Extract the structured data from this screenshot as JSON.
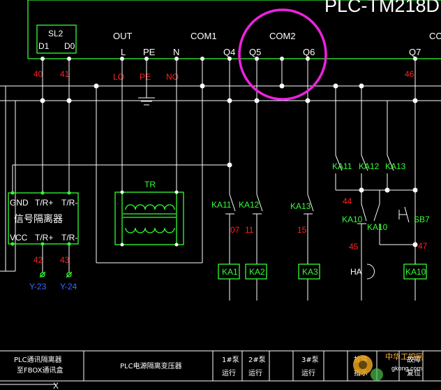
{
  "plc_title": "PLC-TM218D",
  "sl2_module": {
    "label": "SL2",
    "pins": [
      "D1",
      "D0"
    ],
    "wires": [
      "40",
      "41"
    ]
  },
  "plc_terminals": {
    "out": "OUT",
    "l": "L",
    "pe": "PE",
    "n": "N",
    "com1": "COM1",
    "com2": "COM2",
    "q4": "Q4",
    "q5": "Q5",
    "q6": "Q6",
    "q7": "Q7"
  },
  "power_wires": {
    "lo": "LO",
    "pe": "PE",
    "no": "NO"
  },
  "wire_46": "46",
  "isolator": {
    "top_pins": [
      "GND",
      "T/R+",
      "T/R-"
    ],
    "name": "信号隔离器",
    "bottom_pins": [
      "VCC",
      "T/R+",
      "T/R-"
    ],
    "wires": [
      "42",
      "43"
    ],
    "terminals": [
      "Y-23",
      "Y-24"
    ]
  },
  "transformer": {
    "label": "TR"
  },
  "contacts": {
    "ka11": "KA11",
    "ka12": "KA12",
    "ka13": "KA13",
    "ka10": "KA10",
    "sb7": "SB7",
    "ha": "HA"
  },
  "wire_numbers": {
    "w07": "07",
    "w11": "11",
    "w15": "15",
    "w44": "44",
    "w45": "45",
    "w47": "47"
  },
  "coils": [
    "KA1",
    "KA2",
    "KA3",
    "KA10"
  ],
  "title_block": [
    "PLC通讯隔离器",
    "至FBOX通讯盒",
    "PLC电源隔离变压器",
    "1#泵",
    "运行",
    "2#泵",
    "运行",
    "3#泵",
    "运行",
    "故障",
    "指示",
    "故障",
    "复位"
  ],
  "footer_x": "X",
  "watermark": {
    "site": "中华工控网",
    "url": "gkong.com"
  },
  "colors": {
    "background": "#000000",
    "line": "#ffffff",
    "plc_bus": "#33ff33",
    "wire_number": "#ff2020",
    "terminal_id": "#3b6bff",
    "highlight": "#ee22dd"
  }
}
